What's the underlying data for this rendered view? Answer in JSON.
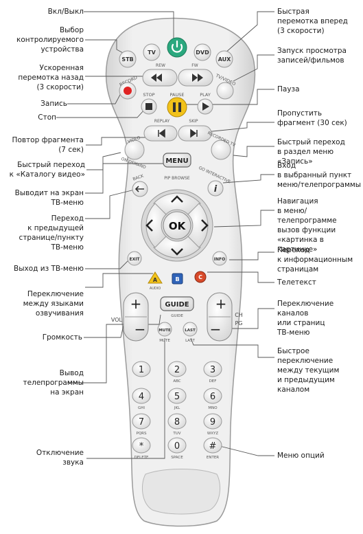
{
  "remote": {
    "buttons": {
      "power": "",
      "stb": "STB",
      "tv": "TV",
      "dvd": "DVD",
      "aux": "AUX",
      "rew": "REW",
      "fw": "FW",
      "record": "RECORD",
      "tv_video": "TV/VIDEO",
      "stop": "STOP",
      "pause": "PAUSE",
      "play": "PLAY",
      "replay": "REPLAY",
      "skip": "SKIP",
      "video_on_demand_top": "VIDEO",
      "video_on_demand_bottom": "ON DEMAND",
      "recorded_tv": "RECORDED TV",
      "menu": "MENU",
      "back": "BACK",
      "pip_browse": "PIP BROWSE",
      "go_interactive": "GO INTERACTIVE",
      "interactive_i": "i",
      "ok": "OK",
      "exit": "EXIT",
      "info": "INFO",
      "a": "A",
      "audio": "AUDIO",
      "b": "B",
      "c": "C",
      "vol": "VOL",
      "ch": "CH",
      "pg": "PG",
      "plus": "+",
      "minus": "−",
      "guide": "GUIDE",
      "guide_sub": "GUIDE",
      "mute": "MUTE",
      "mute_sub": "MUTE",
      "last": "LAST",
      "last_sub": "LAST"
    },
    "keypad": [
      {
        "digit": "1",
        "letters": ""
      },
      {
        "digit": "2",
        "letters": "ABC"
      },
      {
        "digit": "3",
        "letters": "DEF"
      },
      {
        "digit": "4",
        "letters": "GHI"
      },
      {
        "digit": "5",
        "letters": "JKL"
      },
      {
        "digit": "6",
        "letters": "MNO"
      },
      {
        "digit": "7",
        "letters": "PQRS"
      },
      {
        "digit": "8",
        "letters": "TUV"
      },
      {
        "digit": "9",
        "letters": "WXYZ"
      },
      {
        "digit": "*",
        "letters": "DELETE"
      },
      {
        "digit": "0",
        "letters": "SPACE"
      },
      {
        "digit": "#",
        "letters": "ENTER"
      }
    ]
  },
  "labels_left": {
    "power": "Вкл/Выкл",
    "device_select": "Выбор\nконтролируемого\nустройства",
    "rewind": "Ускоренная\nперемотка назад\n(3 скорости)",
    "record": "Запись",
    "stop": "Стоп",
    "replay": "Повтор фрагмента\n(7 сек)",
    "video_catalog": "Быстрый переход\nк «Каталогу видео»",
    "tv_menu": "Выводит на экран\nТВ-меню",
    "back": "Переход\nк предыдущей\nстранице/пункту\nТВ-меню",
    "exit": "Выход из ТВ-меню",
    "audio_lang": "Переключение\nмежду языками\nозвучивания",
    "volume": "Громкость",
    "guide": "Вывод\nтелепрограммы\nна экран",
    "mute": "Отключение\nзвука"
  },
  "labels_right": {
    "fast_forward": "Быстрая\nперемотка вперед\n(3 скорости)",
    "tv_video": "Запуск просмотра\nзаписей/фильмов",
    "pause": "Пауза",
    "skip": "Пропустить\nфрагмент (30 сек)",
    "recorded": "Быстрый переход\nв раздел меню «Запись»",
    "interactive": "Вход\nв выбранный пункт\nменю/телепрограммы",
    "navigation": "Навигация\nв меню/телепрограмме\nвызов функции\n«картинка в картинке»",
    "info": "Переход\nк информационным\nстраницам",
    "teletext": "Телетекст",
    "channels": "Переключение\nканалов\nили страниц\nТВ-меню",
    "last": "Быстрое\nпереключение\nмежду текущим\nи предыдущим\nканалом",
    "options": "Меню опций"
  },
  "colors": {
    "remote_body": "#eeeeee",
    "power_green": "#2aa87e",
    "record_red": "#e02424",
    "pause_yellow": "#f2c21a",
    "a_yellow": "#f2c21a",
    "b_blue": "#2f63b8",
    "c_red": "#d84a2a",
    "leader_line": "#555555"
  }
}
